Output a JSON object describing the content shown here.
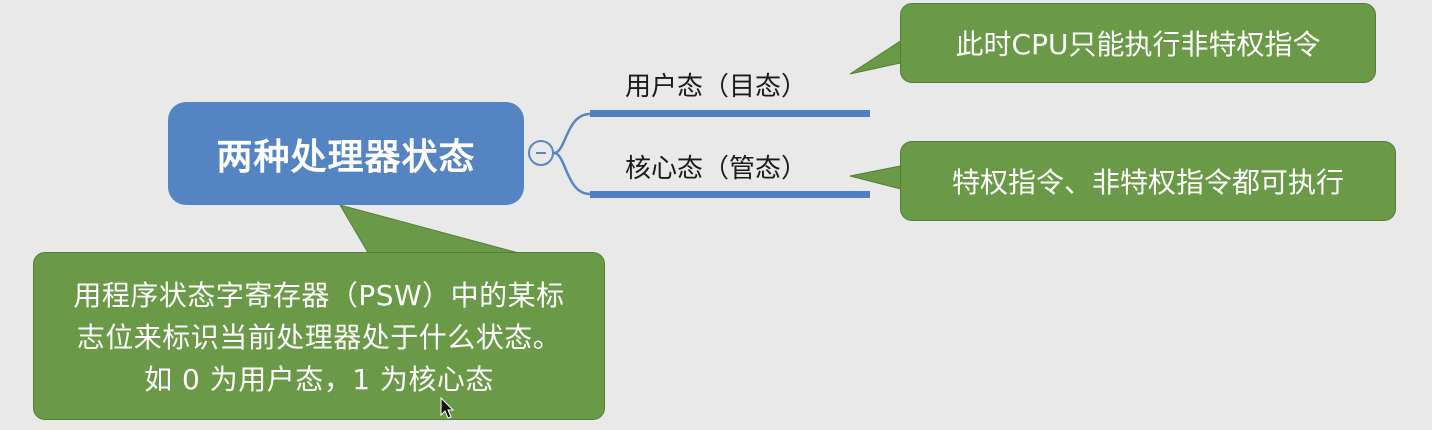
{
  "diagram": {
    "root": {
      "label": "两种处理器状态"
    },
    "branches": [
      {
        "label": "用户态（目态）",
        "note": "此时CPU只能执行非特权指令"
      },
      {
        "label": "核心态（管态）",
        "note": "特权指令、非特权指令都可执行"
      }
    ],
    "root_note": "用程序状态字寄存器（PSW）中的某标志位来标识当前处理器处于什么状态。如 0 为用户态，1 为核心态"
  },
  "colors": {
    "background": "#e9e9e9",
    "root_fill": "#5584c3",
    "branch_underline": "#4f7fc0",
    "note_fill": "#6a9a47",
    "note_border": "#557d38",
    "note_text": "#ffffff"
  },
  "icons": {
    "collapse": "collapse-minus-icon",
    "cursor": "mouse-pointer-icon"
  }
}
